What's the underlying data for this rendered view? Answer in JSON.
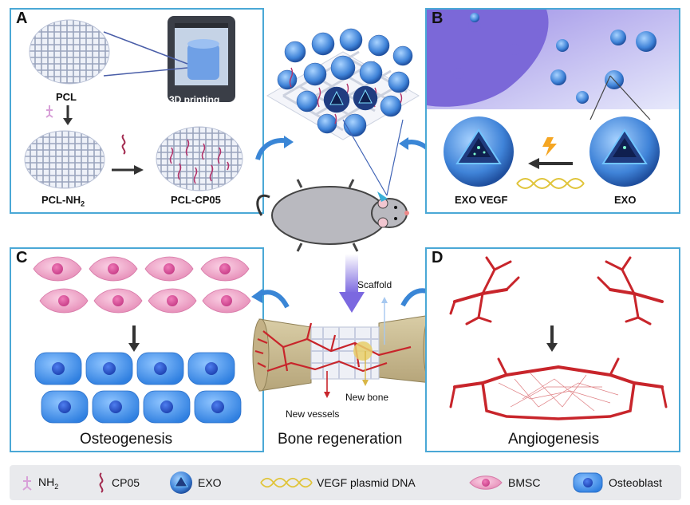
{
  "panels": {
    "a": {
      "label": "A",
      "pcl": "PCL",
      "pcl_nh2": "PCL-NH",
      "pcl_nh2_sub": "2",
      "pcl_cp05": "PCL-CP05",
      "printer_label": "3D printing"
    },
    "b": {
      "label": "B",
      "exo_vegf": "EXO VEGF",
      "exo": "EXO"
    },
    "c": {
      "label": "C",
      "caption": "Osteogenesis"
    },
    "d": {
      "label": "D",
      "caption": "Angiogenesis"
    }
  },
  "center": {
    "caption": "Bone regeneration",
    "scaffold": "Scaffold",
    "new_bone": "New bone",
    "new_vessels": "New vessels"
  },
  "legend": [
    {
      "icon": "nh2-icon",
      "label": "NH",
      "sub": "2"
    },
    {
      "icon": "cp05-icon",
      "label": "CP05",
      "sub": ""
    },
    {
      "icon": "exo-icon",
      "label": "EXO",
      "sub": ""
    },
    {
      "icon": "dna-icon",
      "label": "VEGF plasmid DNA",
      "sub": ""
    },
    {
      "icon": "bmsc-icon",
      "label": "BMSC",
      "sub": ""
    },
    {
      "icon": "osteoblast-icon",
      "label": "Osteoblast",
      "sub": ""
    }
  ],
  "colors": {
    "panel_border": "#4aa8d6",
    "vessel": "#c8252b",
    "cell_pink": "#f2a6c8",
    "osteoblast": "#3c8ee6",
    "exo": "#4a8fe0"
  }
}
